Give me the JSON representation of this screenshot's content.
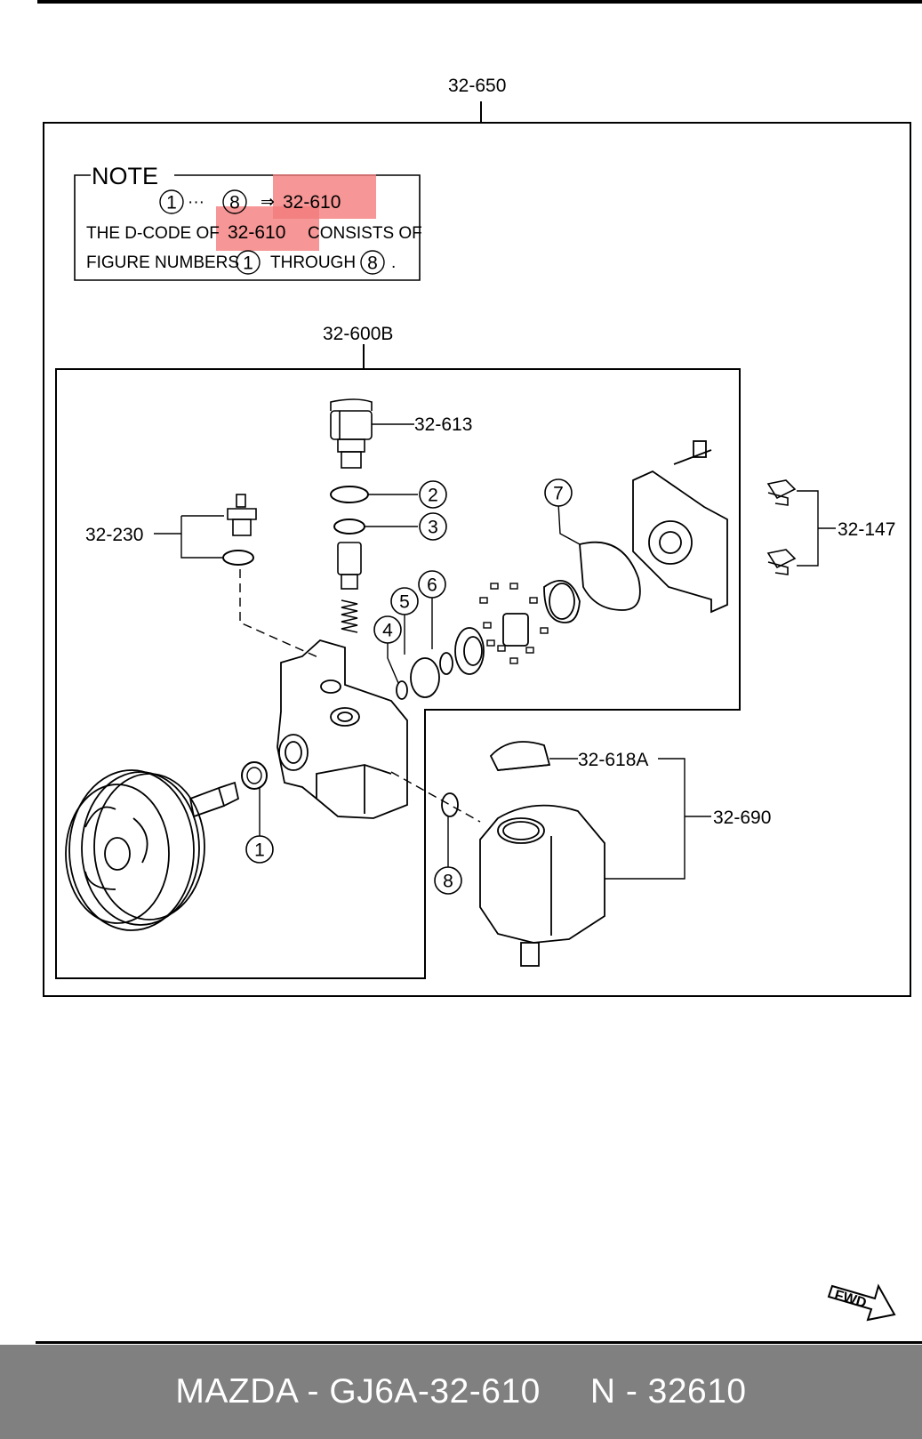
{
  "diagram": {
    "assembly_label": "32-650",
    "note": {
      "title": "NOTE",
      "range_start": "1",
      "range_dots": "···",
      "range_end": "8",
      "arrow": "⇒",
      "code": "32-610",
      "line2_prefix": "THE D-CODE OF",
      "line2_code": "32-610",
      "line2_suffix": "CONSISTS OF",
      "line3_prefix": "FIGURE NUMBERS",
      "line3_start": "1",
      "line3_middle": "THROUGH",
      "line3_end": "8",
      "line3_end_punct": ".",
      "highlight_color": "#f47c7c"
    },
    "part_labels": {
      "pump_assembly": "32-600B",
      "valve": "32-613",
      "sensor": "32-230",
      "clips": "32-147",
      "cap": "32-618A",
      "reservoir": "32-690"
    },
    "callouts": [
      "1",
      "2",
      "3",
      "4",
      "5",
      "6",
      "7",
      "8"
    ],
    "fwd_label": "FWD"
  },
  "footer": {
    "left": "MAZDA - GJ6A-32-610",
    "right": "N - 32610",
    "bg_color": "#808080"
  }
}
